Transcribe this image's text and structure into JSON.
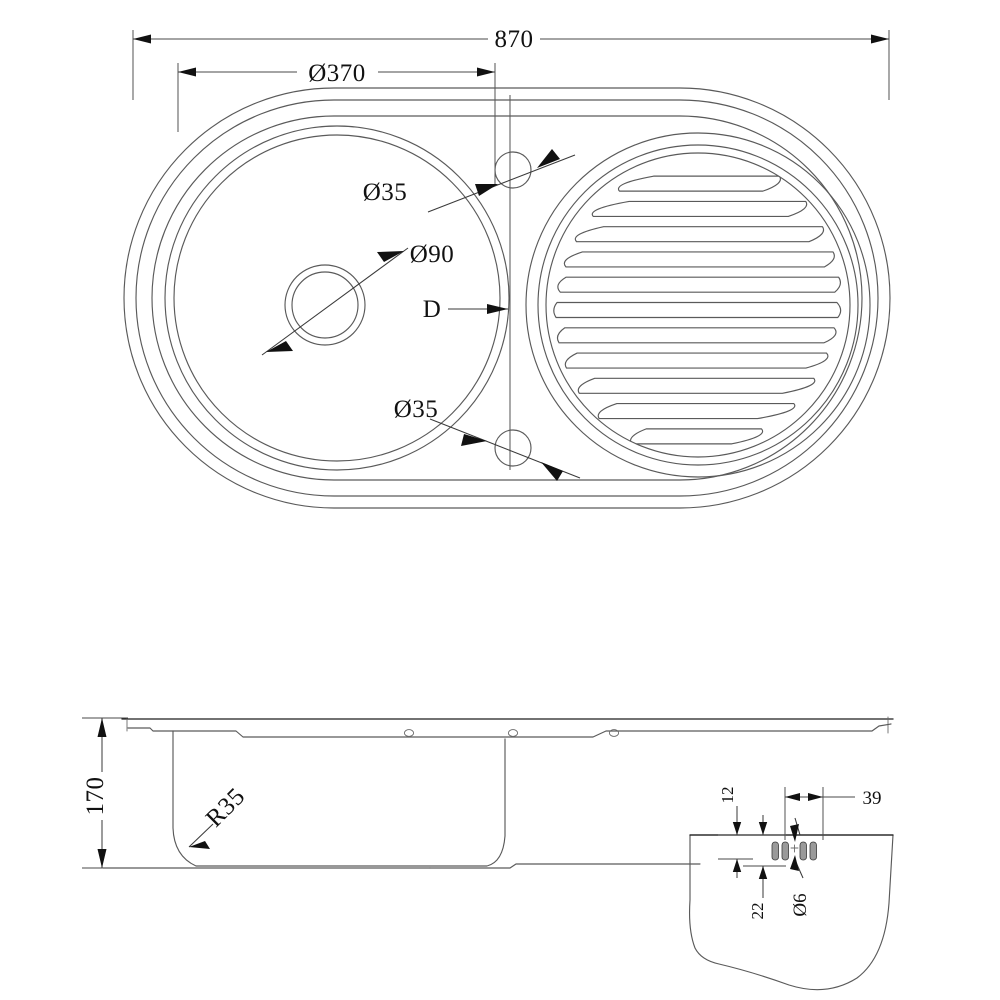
{
  "drawing": {
    "title": "Kitchen sink technical drawing",
    "views": {
      "plan": {
        "name": "plan-view",
        "overall_width": "870",
        "bowl_diameter": "Ø370",
        "tap_hole_upper": "Ø35",
        "tap_hole_lower": "Ø35",
        "waste_diameter": "Ø90",
        "drainer_marker": "D",
        "drainer_groove_count": 11
      },
      "section": {
        "name": "section-view",
        "depth": "170",
        "corner_radius": "R35",
        "rim_hole_count": 3
      },
      "detail": {
        "name": "detail-view",
        "overflow_height": "12",
        "overflow_offset": "22",
        "overflow_width": "39",
        "overflow_hole": "Ø6",
        "slot_count": 4
      }
    },
    "colors": {
      "line": "#5a5a5a",
      "line_dark": "#1d1d1d",
      "dimension": "#4a4a4a",
      "text": "#111111",
      "background": "#ffffff"
    }
  }
}
